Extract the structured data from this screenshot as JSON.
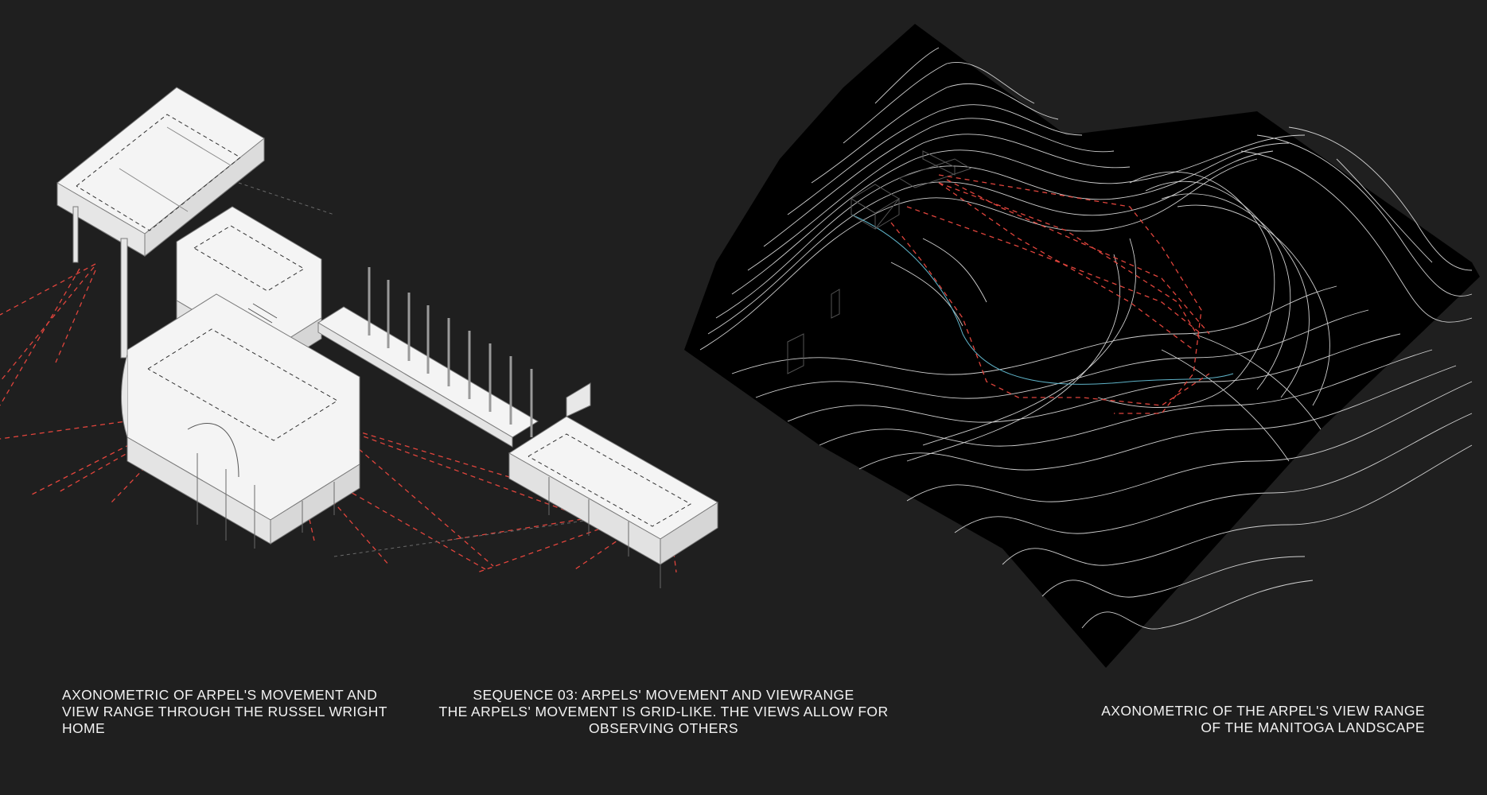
{
  "captions": {
    "left": {
      "lines": [
        "AXONOMETRIC OF ARPEL'S MOVEMENT AND",
        "VIEW RANGE THROUGH THE RUSSEL WRIGHT",
        "HOME"
      ]
    },
    "center": {
      "lines": [
        "SEQUENCE 03: ARPELS' MOVEMENT AND VIEWRANGE",
        "THE ARPELS' MOVEMENT IS GRID-LIKE. THE VIEWS ALLOW FOR",
        "OBSERVING OTHERS"
      ]
    },
    "right": {
      "lines": [
        "AXONOMETRIC OF THE ARPEL'S VIEW RANGE",
        "OF THE MANITOGA LANDSCAPE"
      ]
    }
  },
  "colors": {
    "background": "#1f1f1f",
    "building_fill": "#f4f4f4",
    "building_line": "#7a7a7a",
    "view_lines": "#e0443c",
    "terrain_fill": "#000000",
    "contour_lines": "#cfcfcf",
    "water_line": "#5fb3c8"
  }
}
